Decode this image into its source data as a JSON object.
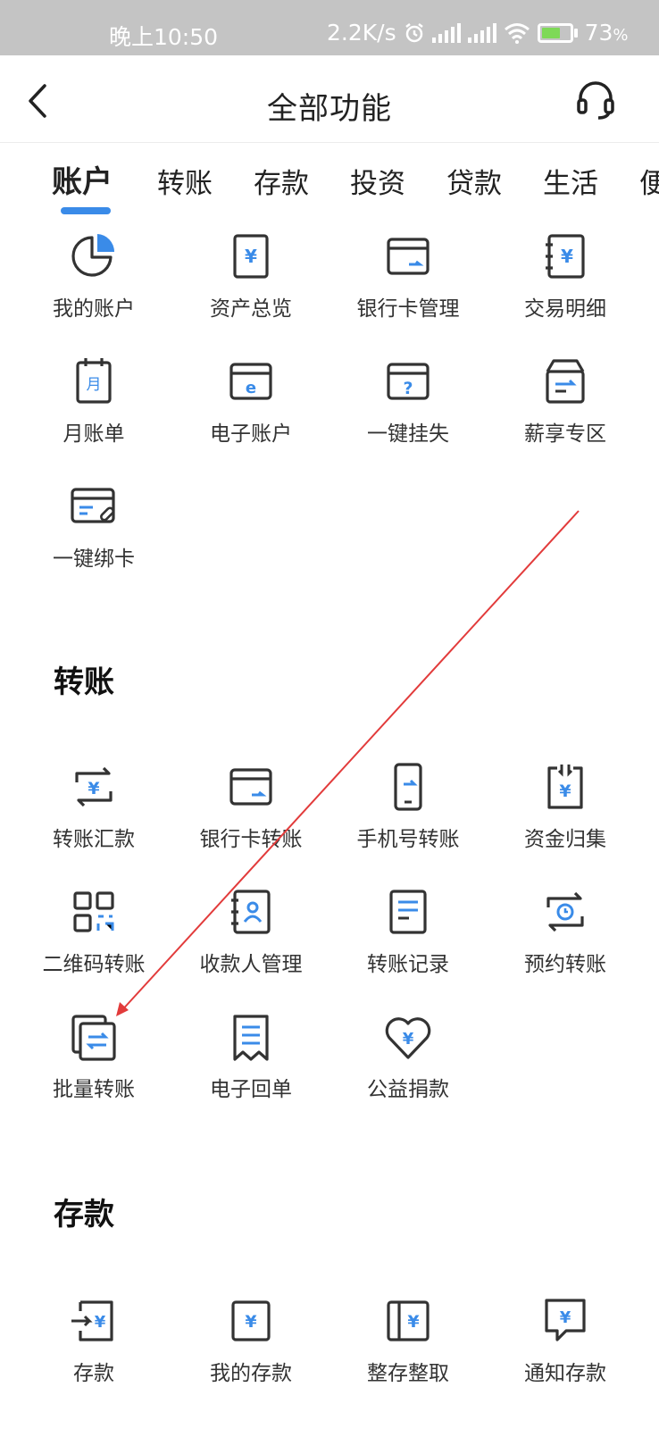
{
  "status_bar": {
    "time": "晚上10:50",
    "network_speed": "2.2K/s",
    "battery": "73",
    "battery_unit": "%",
    "icons": [
      "alarm-icon",
      "signal-icon",
      "hd-signal-icon",
      "wifi-icon",
      "battery-icon"
    ]
  },
  "header": {
    "title": "全部功能",
    "back_icon": "chevron-left-icon",
    "service_icon": "headset-icon"
  },
  "tabs": [
    {
      "label": "账户",
      "active": true
    },
    {
      "label": "转账",
      "active": false
    },
    {
      "label": "存款",
      "active": false
    },
    {
      "label": "投资",
      "active": false
    },
    {
      "label": "贷款",
      "active": false
    },
    {
      "label": "生活",
      "active": false
    },
    {
      "label": "便",
      "active": false
    }
  ],
  "sections": {
    "account": {
      "items": [
        {
          "label": "我的账户",
          "icon": "pie-chart-icon"
        },
        {
          "label": "资产总览",
          "icon": "yuan-document-icon"
        },
        {
          "label": "银行卡管理",
          "icon": "bank-card-icon"
        },
        {
          "label": "交易明细",
          "icon": "yuan-notebook-icon"
        },
        {
          "label": "月账单",
          "icon": "calendar-month-icon"
        },
        {
          "label": "电子账户",
          "icon": "e-account-card-icon"
        },
        {
          "label": "一键挂失",
          "icon": "card-question-icon"
        },
        {
          "label": "薪享专区",
          "icon": "salary-box-icon"
        },
        {
          "label": "一键绑卡",
          "icon": "card-link-icon"
        }
      ]
    },
    "transfer": {
      "title": "转账",
      "items": [
        {
          "label": "转账汇款",
          "icon": "yuan-cycle-transfer-icon"
        },
        {
          "label": "银行卡转账",
          "icon": "bank-card-icon"
        },
        {
          "label": "手机号转账",
          "icon": "phone-icon"
        },
        {
          "label": "资金归集",
          "icon": "fund-collect-icon"
        },
        {
          "label": "二维码转账",
          "icon": "qr-code-icon"
        },
        {
          "label": "收款人管理",
          "icon": "contact-book-icon"
        },
        {
          "label": "转账记录",
          "icon": "record-list-icon"
        },
        {
          "label": "预约转账",
          "icon": "clock-cycle-icon"
        },
        {
          "label": "批量转账",
          "icon": "batch-transfer-icon"
        },
        {
          "label": "电子回单",
          "icon": "receipt-icon"
        },
        {
          "label": "公益捐款",
          "icon": "heart-yuan-icon"
        }
      ]
    },
    "deposit": {
      "title": "存款",
      "items": [
        {
          "label": "存款",
          "icon": "deposit-in-icon"
        },
        {
          "label": "我的存款",
          "icon": "yuan-document-icon"
        },
        {
          "label": "整存整取",
          "icon": "yuan-book-icon"
        },
        {
          "label": "通知存款",
          "icon": "yuan-message-icon"
        }
      ]
    }
  },
  "colors": {
    "accent": "#3a8be8",
    "icon_stroke": "#333333",
    "status_bar_bg": "#c4c4c4",
    "annotation_arrow": "#e23b3b"
  }
}
